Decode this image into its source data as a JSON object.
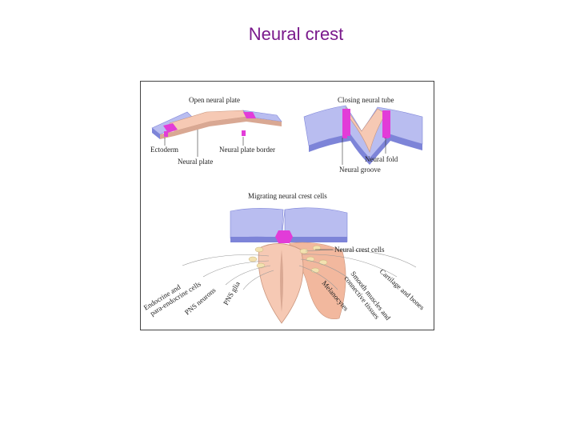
{
  "slide": {
    "title": "Neural crest"
  },
  "figure": {
    "panel_a": {
      "title": "Open neural plate",
      "labels": {
        "ectoderm": "Ectoderm",
        "plate_border": "Neural plate border",
        "plate": "Neural plate"
      }
    },
    "panel_b": {
      "title": "Closing neural tube",
      "labels": {
        "fold": "Neural fold",
        "groove": "Neural groove"
      }
    },
    "panel_c": {
      "title": "Migrating neural crest cells",
      "labels": {
        "crest_cells": "Neural crest cells",
        "fates": [
          "Endocrine and",
          "para-endocrine cells",
          "PNS neurons",
          "PNS glia",
          "Smooth muscles and",
          "connective tissues",
          "Melanocytes",
          "Cartilage and bones"
        ]
      }
    },
    "colors": {
      "ectoderm": "#b9bdf0",
      "ectoderm_side": "#7d84d8",
      "neural_plate": "#f6c9b4",
      "crest": "#e23cd8",
      "tissue": "#f2b89e",
      "cells": "#f3e2b0"
    }
  }
}
